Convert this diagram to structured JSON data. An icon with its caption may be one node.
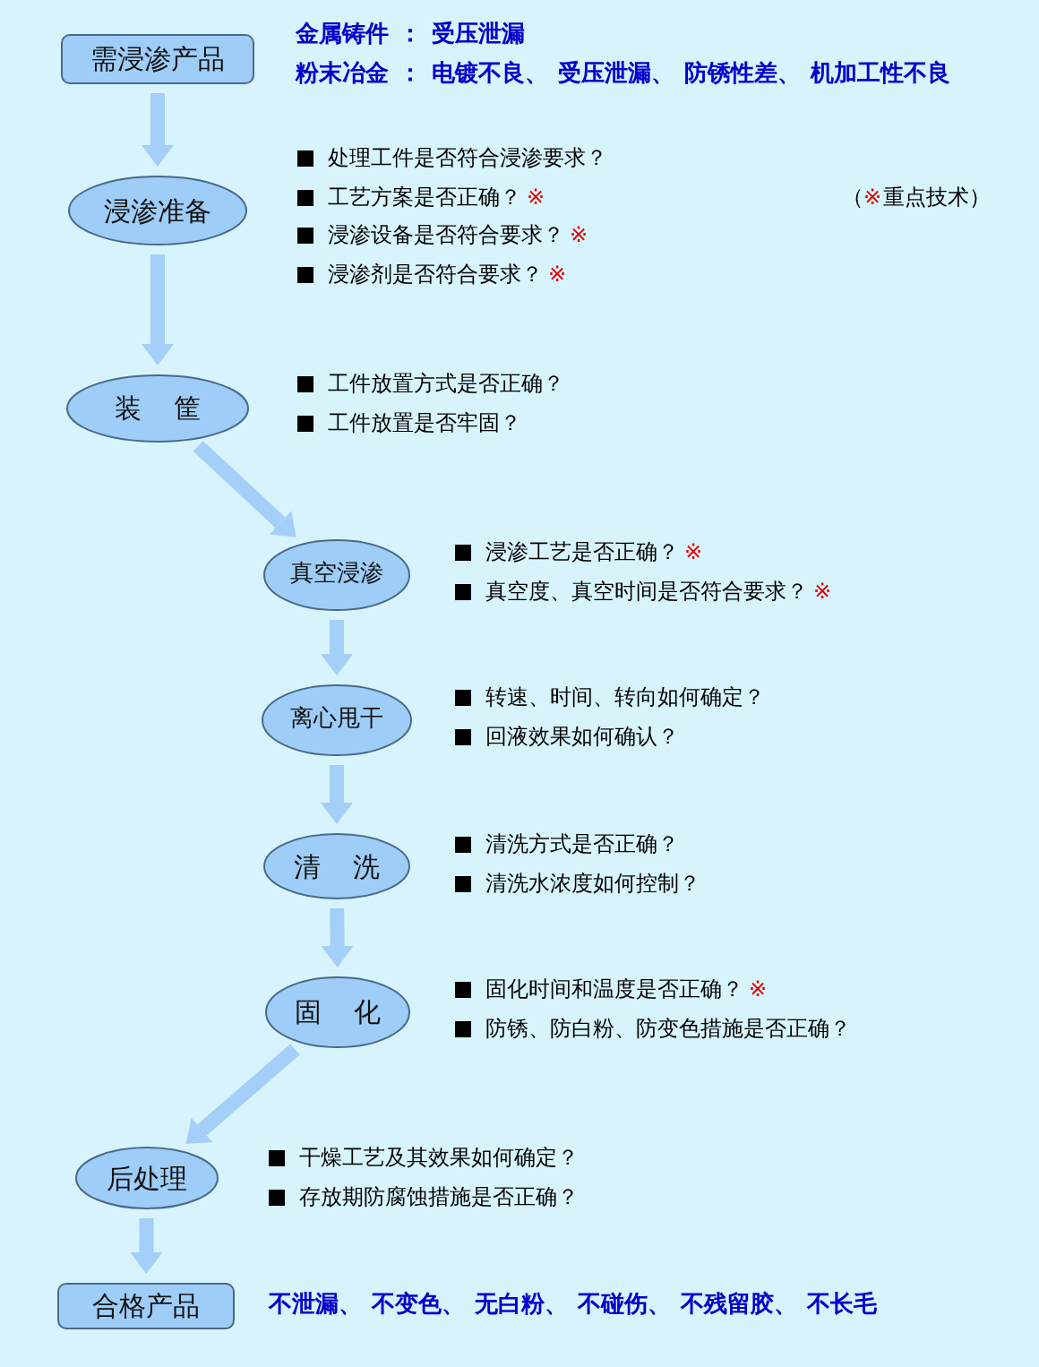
{
  "diagram": {
    "nodes": [
      {
        "text": [
          "需浸渗产品"
        ],
        "beside": [
          "金属铸件 ： 受压泄漏",
          "粉末冶金 ： 电镀不良、 受压泄漏、 防锈性差、 机加工性不良"
        ]
      },
      {
        "text": [
          "浸渗准备"
        ],
        "beside": [
          "处理工件是否符合浸渗要求？",
          "工艺方案是否正确？**※**",
          "浸渗设备是否符合要求？**※**",
          "浸渗剂是否符合要求？**※**"
        ]
      },
      {
        "text": [
          "装 筐"
        ],
        "beside": [
          "工件放置方式是否正确？",
          "工件放置是否牢固？"
        ]
      },
      {
        "text": [
          "真空浸渗"
        ],
        "beside": [
          "浸渗工艺是否正确？**※**",
          "真空度、真空时间是否符合要求？**※**"
        ]
      },
      {
        "text": [
          "离心甩干"
        ],
        "beside": [
          "转速、时间、转向如何确定？",
          "回液效果如何确认？"
        ]
      },
      {
        "text": [
          "清 洗"
        ],
        "beside": [
          "清洗方式是否正确？",
          "清洗水浓度如何控制？"
        ]
      },
      {
        "text": [
          "固 化"
        ],
        "beside": [
          "固化时间和温度是否正确？**※**",
          "防锈、防白粉、防变色措施是否正确？"
        ]
      },
      {
        "text": [
          "后处理"
        ],
        "beside": [
          "干燥工艺及其效果如何确定？",
          "存放期防腐蚀措施是否正确？"
        ]
      },
      {
        "text": [
          "合格产品"
        ],
        "beside": [
          "不泄漏、 不变色、 无白粉、 不碰伤、 不残留胶、 不长毛"
        ]
      }
    ],
    "edges": [
      {
        "from": 0,
        "to": 1,
        "arrow": "to"
      },
      {
        "from": 1,
        "to": 2,
        "arrow": "to"
      },
      {
        "from": 2,
        "to": 3,
        "arrow": "to"
      },
      {
        "from": 3,
        "to": 4,
        "arrow": "to"
      },
      {
        "from": 4,
        "to": 5,
        "arrow": "to"
      },
      {
        "from": 5,
        "to": 6,
        "arrow": "to"
      },
      {
        "from": 6,
        "to": 7,
        "arrow": "to"
      },
      {
        "from": 7,
        "to": 8,
        "arrow": "to"
      }
    ],
    "labels": [
      "（**※**重点技术）"
    ]
  }
}
